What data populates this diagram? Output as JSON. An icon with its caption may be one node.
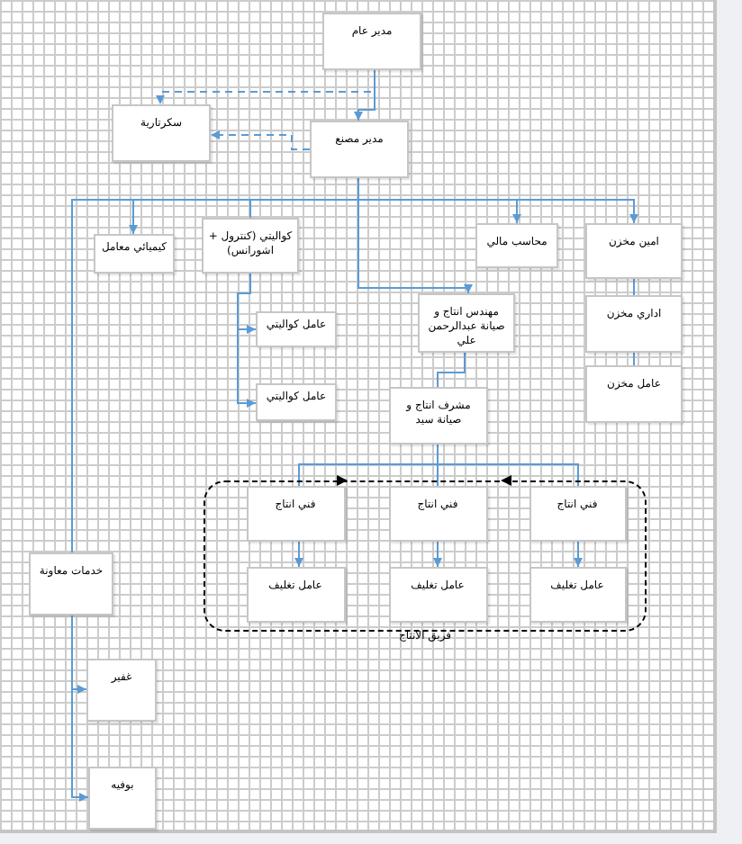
{
  "diagram": {
    "nodes": [
      {
        "text": [
          "مدير عام"
        ]
      },
      {
        "text": [
          "سكرتارية"
        ]
      },
      {
        "text": [
          "مدير مصنع"
        ]
      },
      {
        "text": [
          "كيميائي معامل"
        ]
      },
      {
        "text": [
          "كواليتي (كنترول + اشورانس)"
        ]
      },
      {
        "text": [
          "محاسب مالي"
        ]
      },
      {
        "text": [
          "امين مخزن"
        ]
      },
      {
        "text": [
          "عامل كواليتي"
        ]
      },
      {
        "text": [
          "اداري مخزن"
        ]
      },
      {
        "text": [
          "مهندس انتاج و صيانة عبدالرحمن علي"
        ]
      },
      {
        "text": [
          "عامل كواليتي"
        ]
      },
      {
        "text": [
          "عامل مخزن"
        ]
      },
      {
        "text": [
          "مشرف انتاج و صيانة سيد"
        ]
      },
      {
        "text": [
          "فريق الانتاج"
        ]
      },
      {
        "text": [
          "فني انتاج"
        ],
        "in": 13
      },
      {
        "text": [
          "فني انتاج"
        ],
        "in": 13
      },
      {
        "text": [
          "فني انتاج"
        ],
        "in": 13
      },
      {
        "text": [
          "عامل تغليف"
        ],
        "in": 13
      },
      {
        "text": [
          "عامل تغليف"
        ],
        "in": 13
      },
      {
        "text": [
          "عامل تغليف"
        ],
        "in": 13
      },
      {
        "text": [
          "خدمات معاونة"
        ]
      },
      {
        "text": [
          "غفير"
        ]
      },
      {
        "text": [
          "بوفيه"
        ]
      }
    ],
    "edges": [
      {
        "from": 0,
        "to": 2,
        "arrow": "to"
      },
      {
        "from": 0,
        "to": 1,
        "arrow": "to",
        "style": "dashed"
      },
      {
        "from": 2,
        "to": 1,
        "arrow": "to",
        "style": "dashed"
      },
      {
        "from": 2,
        "to": 3,
        "arrow": "to"
      },
      {
        "from": 2,
        "to": 4,
        "arrow": "none"
      },
      {
        "from": 2,
        "to": 5,
        "arrow": "to"
      },
      {
        "from": 2,
        "to": 6,
        "arrow": "to"
      },
      {
        "from": 2,
        "to": 9,
        "arrow": "to"
      },
      {
        "from": 2,
        "to": 20,
        "arrow": "none"
      },
      {
        "from": 4,
        "to": 7,
        "arrow": "to"
      },
      {
        "from": 4,
        "to": 10,
        "arrow": "to"
      },
      {
        "from": 6,
        "to": 8,
        "arrow": "none"
      },
      {
        "from": 8,
        "to": 11,
        "arrow": "none"
      },
      {
        "from": 9,
        "to": 12,
        "arrow": "none"
      },
      {
        "from": 12,
        "to": 14,
        "arrow": "none"
      },
      {
        "from": 12,
        "to": 15,
        "arrow": "none"
      },
      {
        "from": 12,
        "to": 16,
        "arrow": "none"
      },
      {
        "from": 14,
        "to": 17,
        "arrow": "to"
      },
      {
        "from": 15,
        "to": 18,
        "arrow": "to"
      },
      {
        "from": 16,
        "to": 19,
        "arrow": "to"
      },
      {
        "from": 20,
        "to": 21,
        "arrow": "to"
      },
      {
        "from": 20,
        "to": 22,
        "arrow": "to"
      }
    ]
  }
}
